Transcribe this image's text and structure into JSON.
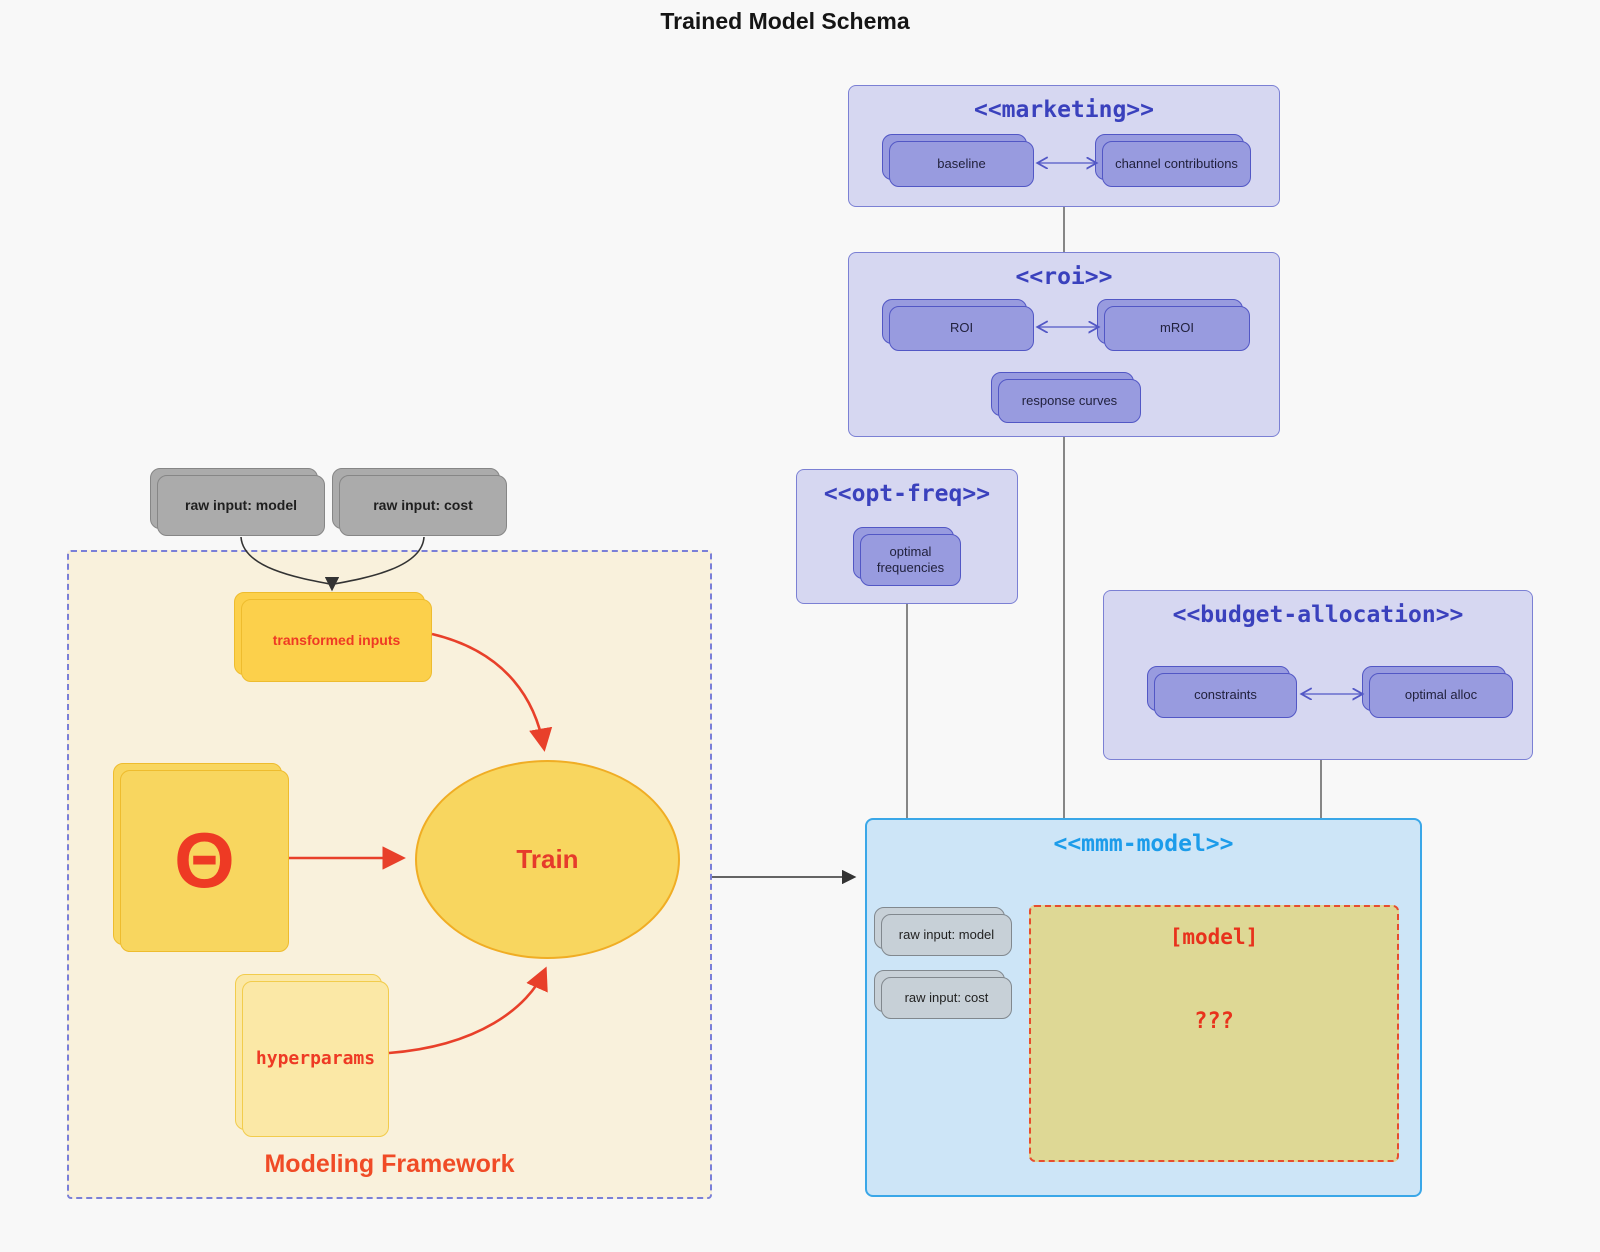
{
  "title": "Trained Model Schema",
  "clusters": {
    "marketing": {
      "title": "<<marketing>>",
      "nodes": {
        "baseline": "baseline",
        "channel_contributions": "channel contributions"
      }
    },
    "roi": {
      "title": "<<roi>>",
      "nodes": {
        "roi": "ROI",
        "mroi": "mROI",
        "response_curves": "response curves"
      }
    },
    "opt_freq": {
      "title": "<<opt-freq>>",
      "nodes": {
        "optimal_frequencies": "optimal frequencies"
      }
    },
    "budget_allocation": {
      "title": "<<budget-allocation>>",
      "nodes": {
        "constraints": "constraints",
        "optimal_alloc": "optimal alloc"
      }
    },
    "mmm_model": {
      "title": "<<mmm-model>>",
      "nodes": {
        "raw_input_model": "raw input: model",
        "raw_input_cost": "raw input: cost",
        "model": "[model]",
        "unknown": "???"
      }
    },
    "modeling_framework": {
      "label": "Modeling Framework",
      "nodes": {
        "transformed_inputs": "transformed inputs",
        "theta": "Θ",
        "train": "Train",
        "hyperparams": "hyperparams"
      }
    }
  },
  "external_inputs": {
    "raw_input_model": "raw input: model",
    "raw_input_cost": "raw input: cost"
  },
  "colors": {
    "background": "#f8f8f8",
    "purple_cluster_fill": "#d6d7f1",
    "purple_cluster_border": "#7b80d4",
    "purple_node_fill": "#989bdf",
    "purple_node_border": "#5257c5",
    "purple_title": "#3a41bd",
    "blue_cluster_fill": "#cde5f7",
    "blue_cluster_border": "#3aa7e8",
    "blue_title": "#1c9cea",
    "gray_node_fill": "#ababab",
    "gray_node_border": "#868686",
    "gray_node_light_fill": "#c7d0d7",
    "gray_node_light_border": "#81888e",
    "khaki_fill": "#ded895",
    "framework_fill": "#f9f1dc",
    "framework_border": "#7a7fd8",
    "yellow_fill": "#fcd04b",
    "yellow_border": "#eebc2e",
    "yellow_light_fill": "#fbe8a6",
    "yellow_light_border": "#f2cc4c",
    "train_fill": "#f8d65f",
    "train_border": "#f0ad24",
    "red_text": "#ee3a24",
    "red_arrow": "#e8402a",
    "orange_red_label": "#f04b26",
    "black_line": "#333333",
    "gray_line": "#555555"
  }
}
